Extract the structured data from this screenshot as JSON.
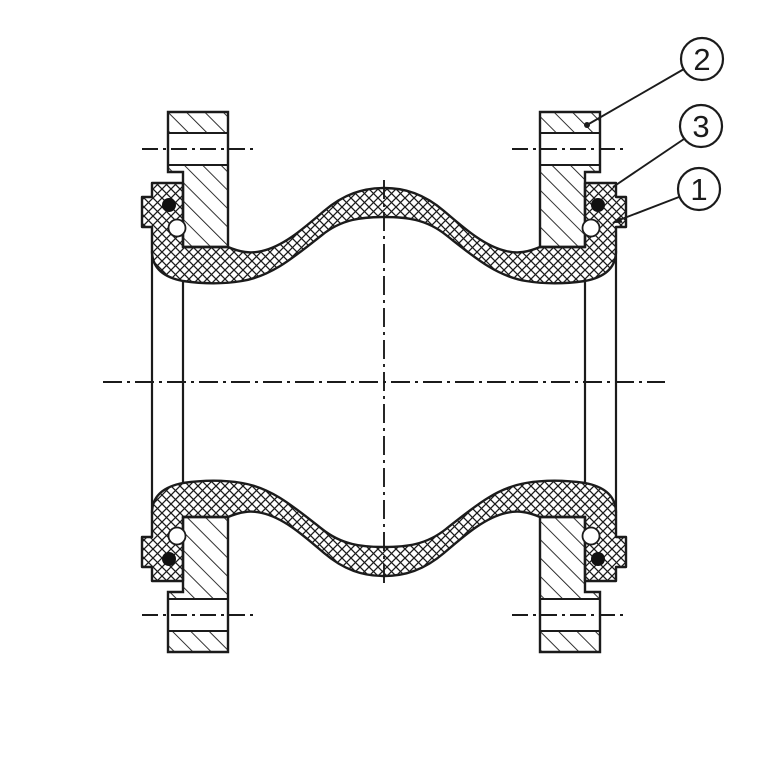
{
  "drawing": {
    "background": "#ffffff",
    "line_color": "#1b1b1b",
    "balloons": [
      {
        "label": "2"
      },
      {
        "label": "3"
      },
      {
        "label": "1"
      }
    ]
  }
}
